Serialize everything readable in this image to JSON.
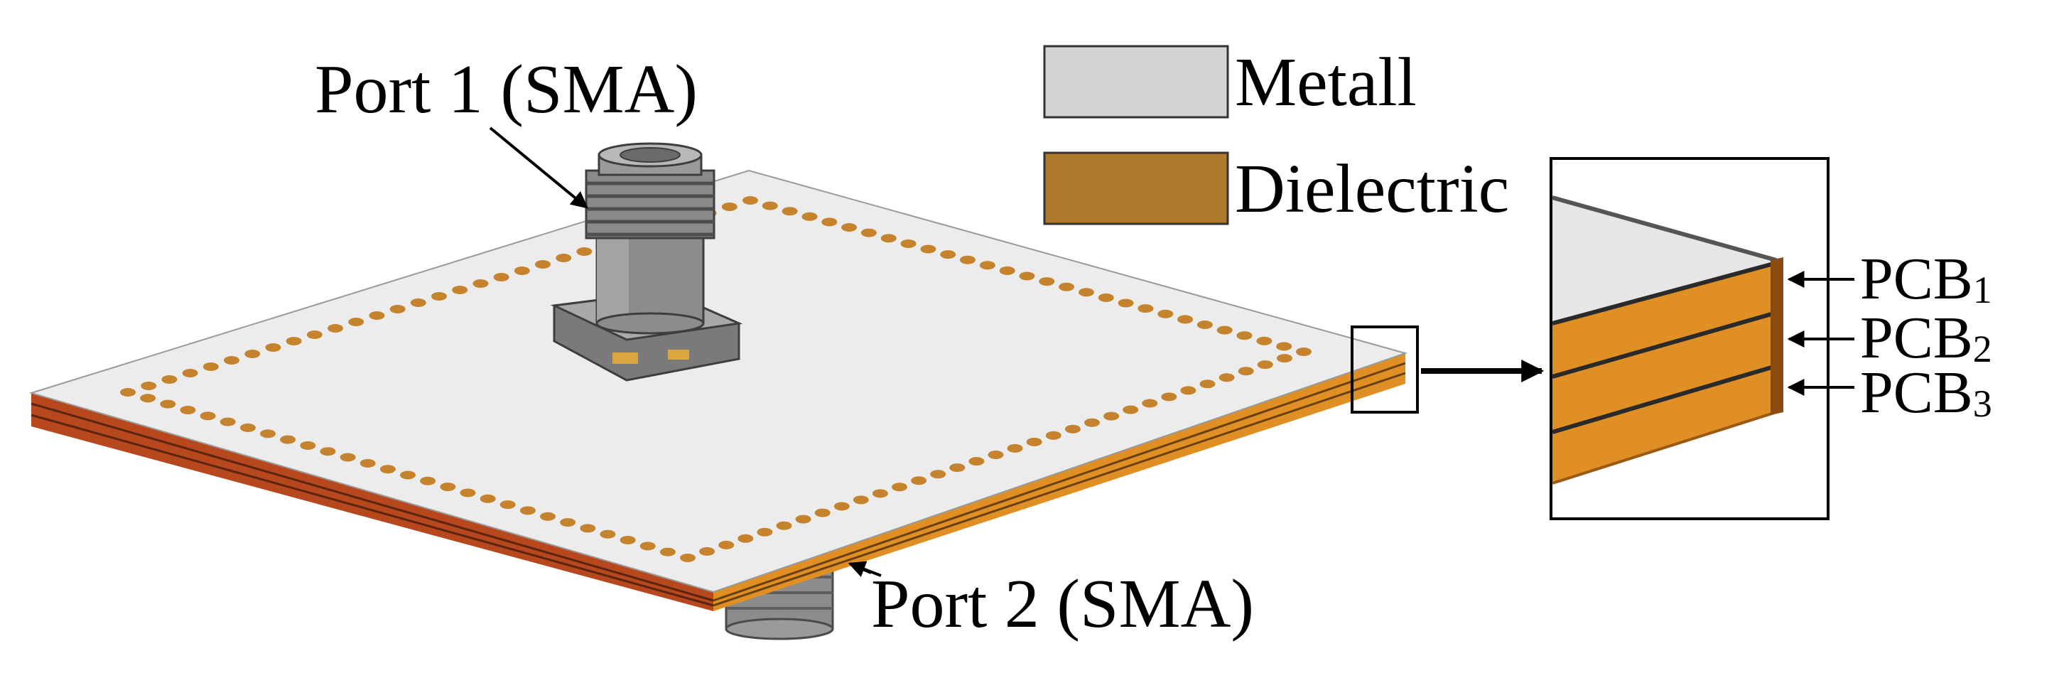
{
  "ports": {
    "port1": "Port 1 (SMA)",
    "port2": "Port 2 (SMA)"
  },
  "legend": {
    "metal_label": "Metall",
    "metal_color": "#d3d4d3",
    "dielectric_label": "Dielectric",
    "dielectric_color": "#b07a2c"
  },
  "layers": [
    {
      "prefix": "PCB",
      "index": "1"
    },
    {
      "prefix": "PCB",
      "index": "2"
    },
    {
      "prefix": "PCB",
      "index": "3"
    }
  ],
  "colors": {
    "board_top": "#ececec",
    "via": "#c4832c",
    "edge_orange": "#df8f24",
    "edge_red": "#b7471c",
    "connector": "#8c8c8c",
    "connector_dark": "#5e5e5e",
    "connector_light": "#b8b8b8"
  },
  "icons": {
    "connector": "sma-connector-icon",
    "arrow": "arrow-icon"
  }
}
